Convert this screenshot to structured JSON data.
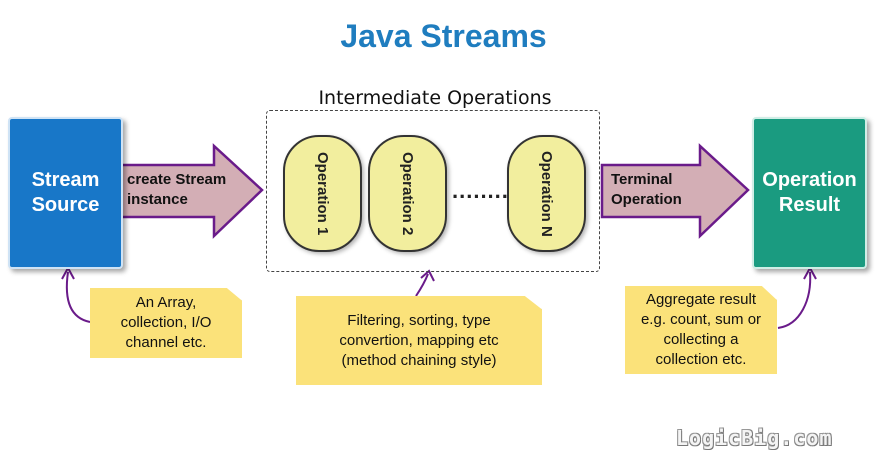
{
  "title": "Java Streams",
  "intermediate_label": "Intermediate Operations",
  "source": {
    "label_line1": "Stream",
    "label_line2": "Source"
  },
  "result": {
    "label_line1": "Operation",
    "label_line2": "Result"
  },
  "arrow_create": {
    "line1": "create Stream",
    "line2": "instance"
  },
  "arrow_terminal": {
    "line1": "Terminal",
    "line2": "Operation"
  },
  "operations": [
    "Operation 1",
    "Operation 2",
    "Operation N"
  ],
  "ellipsis": "........",
  "notes": {
    "source": [
      "An Array,",
      "collection, I/O",
      "channel etc."
    ],
    "intermediate": [
      "Filtering, sorting, type",
      "convertion, mapping etc",
      "(method chaining style)"
    ],
    "result": [
      "Aggregate result",
      "e.g. count, sum or",
      "collecting a",
      "collection etc."
    ]
  },
  "watermark": "LogicBig.com",
  "colors": {
    "title": "#1f7dbf",
    "source_box": "#1877c8",
    "result_box": "#1a9b80",
    "arrow_fill": "#d3aeb5",
    "arrow_stroke": "#6a1b8a",
    "operation_fill": "#f2ee9e",
    "note_fill": "#fbe27a"
  }
}
